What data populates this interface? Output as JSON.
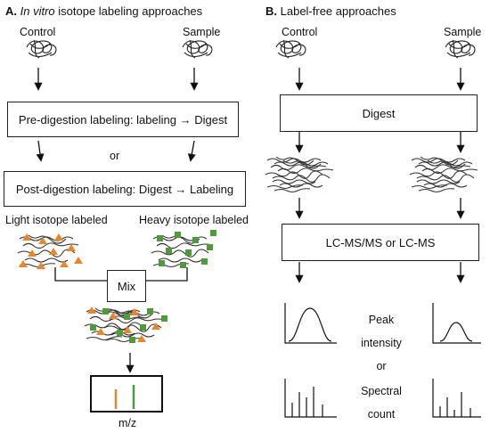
{
  "panel_a": {
    "title_letter": "A.",
    "title_italic": "In vitro",
    "title_rest": "isotope  labeling  approaches",
    "control_label": "Control",
    "sample_label": "Sample",
    "pre_digestion_box": "Pre-digestion  labeling:  labeling → Digest",
    "or_label": "or",
    "post_digestion_box": "Post-digestion  labeling:  Digest → Labeling",
    "light_label": "Light  isotope  labeled",
    "heavy_label": "Heavy  isotope  labeled",
    "mix_box": "Mix",
    "mz_label": "m/z",
    "colors": {
      "light": "#e8862c",
      "heavy": "#4f9a3a"
    }
  },
  "panel_b": {
    "title_letter": "B.",
    "title_rest": "Label-free  approaches",
    "control_label": "Control",
    "sample_label": "Sample",
    "digest_box": "Digest",
    "lcms_box": "LC-MS/MS  or  LC-MS",
    "peak_label": "Peak",
    "intensity_label": "intensity",
    "or_label": "or",
    "spectral_label": "Spectral",
    "count_label": "count"
  }
}
